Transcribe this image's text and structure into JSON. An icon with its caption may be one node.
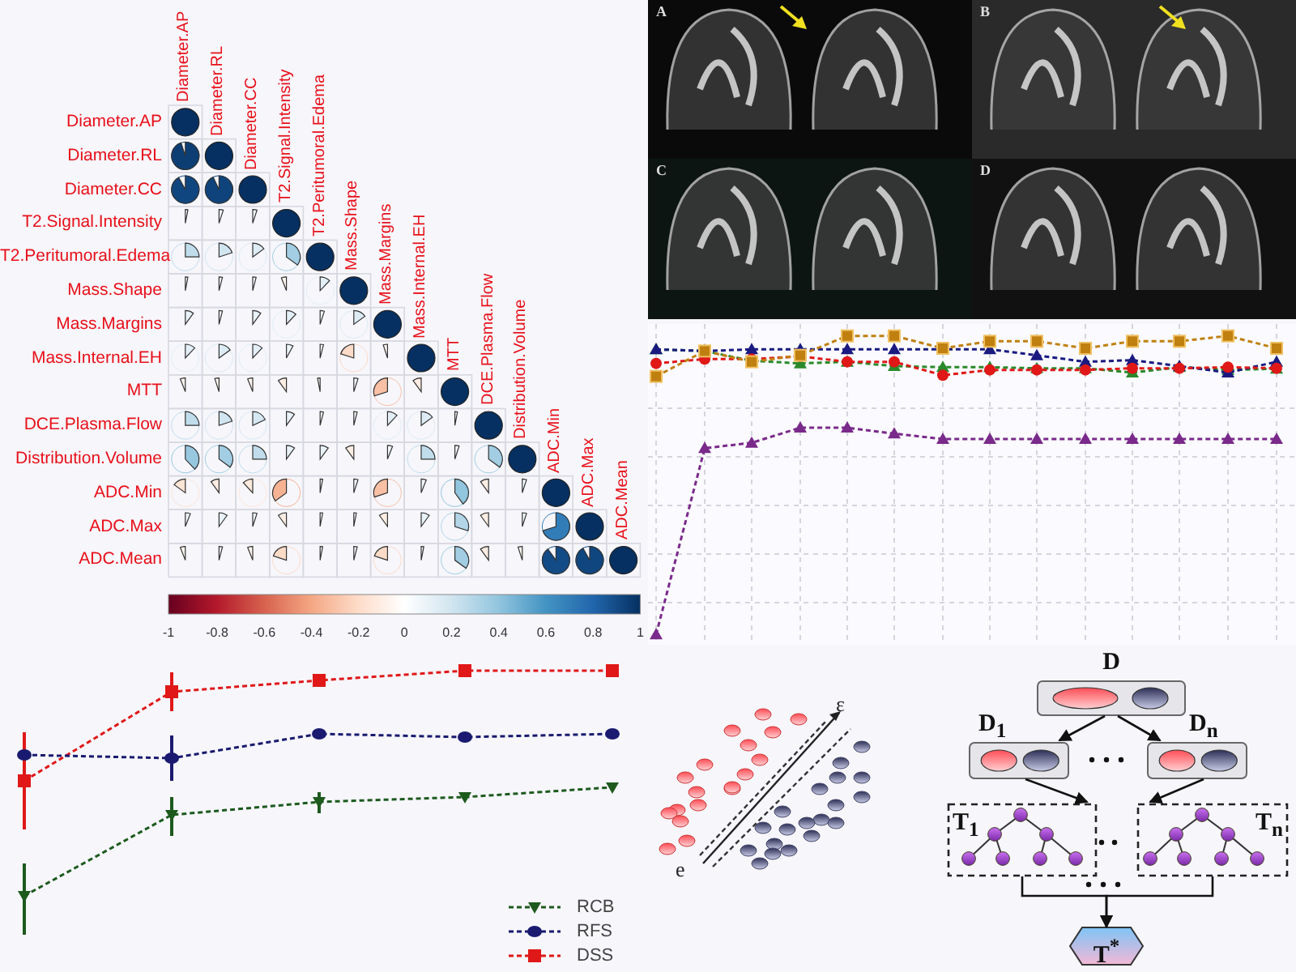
{
  "diagram": {
    "nodes": [
      {
        "text": [
          "D"
        ]
      },
      {
        "text": [
          "D$_{1}$"
        ]
      },
      {
        "text": [
          "D$_{n}$"
        ]
      },
      {
        "text": [
          "T$_{1}$"
        ]
      },
      {
        "text": [
          "T$_{n}$"
        ]
      },
      {
        "text": [
          "T$^{*}$"
        ]
      }
    ],
    "edges": [
      {
        "from": 0,
        "to": 1,
        "arrow": "to"
      },
      {
        "from": 0,
        "to": 2,
        "arrow": "to"
      },
      {
        "from": 1,
        "to": 3,
        "arrow": "to"
      },
      {
        "from": 2,
        "to": 4,
        "arrow": "to"
      },
      {
        "from": 3,
        "to": 5,
        "arrow": "to"
      },
      {
        "from": 4,
        "to": 5,
        "arrow": "to"
      }
    ],
    "labels": [
      "Diameter.AP",
      "Diameter.RL",
      "Diameter.CC",
      "T2.Signal.Intensity",
      "T2.Peritumoral.Edema",
      "Mass.Shape",
      "Mass.Margins",
      "Mass.Internal.EH",
      "MTT",
      "DCE.Plasma.Flow",
      "Distribution.Volume",
      "ADC.Min",
      "ADC.Max",
      "ADC.Mean",
      "Diameter.AP",
      "Diameter.RL",
      "Diameter.CC",
      "T2.Signal.Intensity",
      "T2.Peritumoral.Edema",
      "Mass.Shape",
      "Mass.Margins",
      "Mass.Internal.EH",
      "MTT",
      "DCE.Plasma.Flow",
      "Distribution.Volume",
      "ADC.Min",
      "ADC.Max",
      "ADC.Mean",
      "-1",
      "-0.8",
      "-0.6",
      "-0.4",
      "-0.2",
      "0",
      "0.2",
      "0.4",
      "0.6",
      "0.8",
      "1",
      "A",
      "B",
      "C",
      "D",
      "ε",
      "e"
    ],
    "legend": [
      {
        "text": "RCB"
      },
      {
        "text": "RFS"
      },
      {
        "text": "DSS"
      }
    ]
  }
}
